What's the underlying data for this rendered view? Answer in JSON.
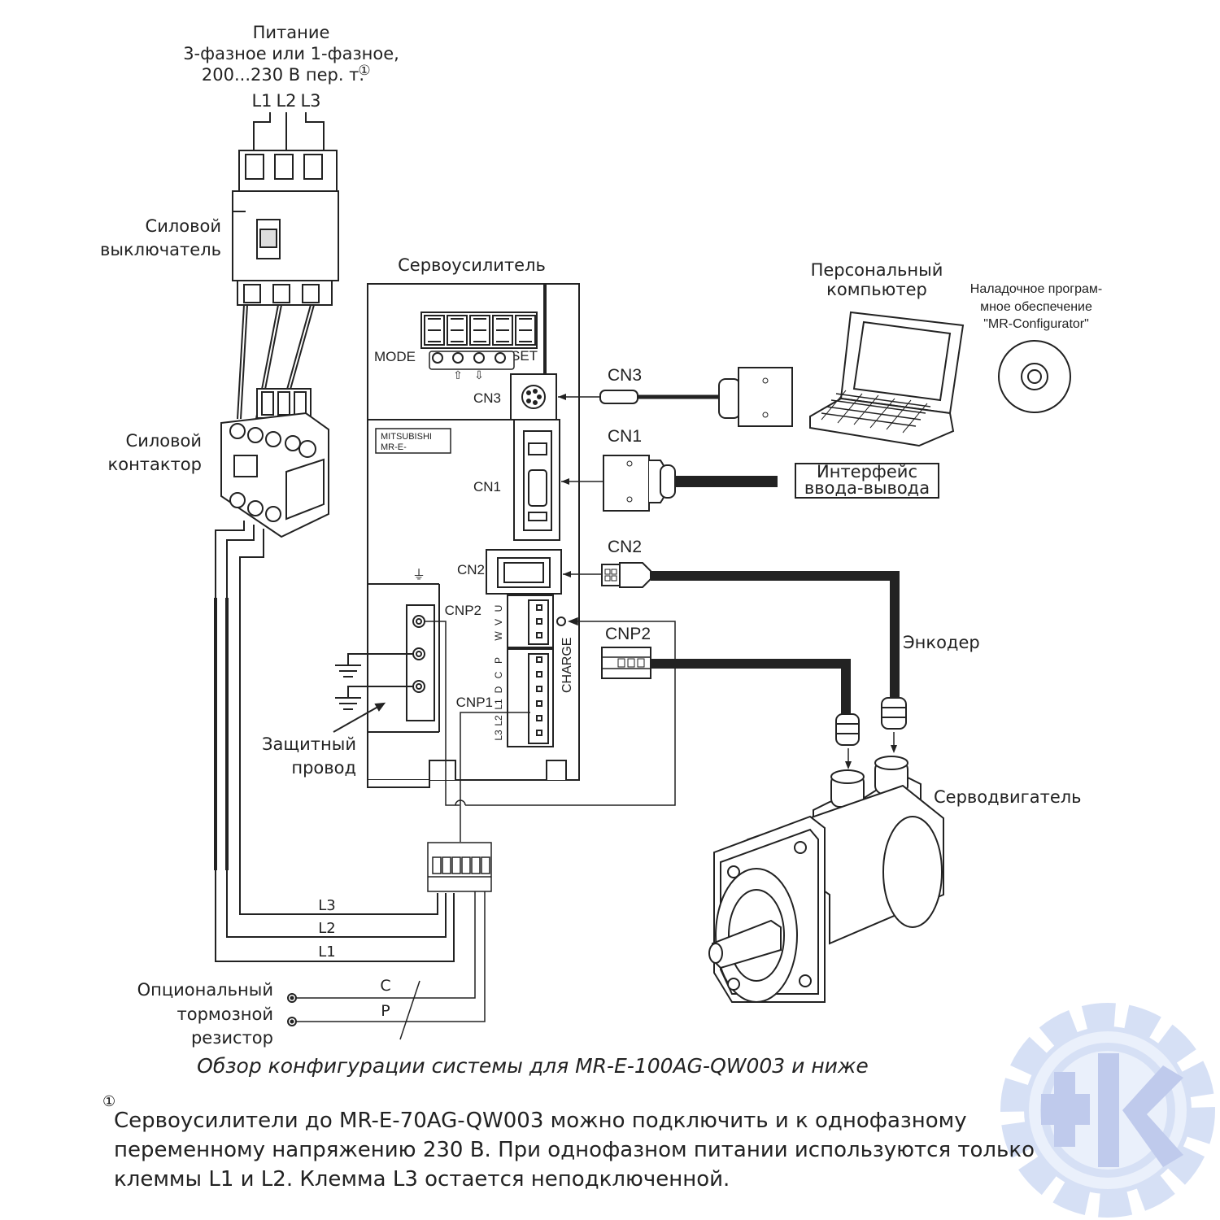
{
  "power": {
    "title": "Питание",
    "line2": "3-фазное или 1-фазное,",
    "line3": "200...230 В пер. т.",
    "mark": "①",
    "l1": "L1",
    "l2": "L2",
    "l3": "L3"
  },
  "breaker": {
    "line1": "Силовой",
    "line2": "выключатель"
  },
  "contactor": {
    "line1": "Силовой",
    "line2": "контактор"
  },
  "servo": {
    "title": "Сервоусилитель",
    "mode": "MODE",
    "set": "SET",
    "up_arrow": "⇧",
    "down_arrow": "⇩",
    "brand1": "MITSUBISHI",
    "brand2": "MR-E-",
    "cn3": "CN3",
    "cn1": "CN1",
    "cn2": "CN2",
    "cnp2": "CNP2",
    "cnp1": "CNP1",
    "charge": "CHARGE",
    "pins": [
      "U",
      "V",
      "W",
      "P",
      "C",
      "D",
      "L1",
      "L2",
      "L3"
    ],
    "ground_symbol": "⏚"
  },
  "pc": {
    "line1": "Персональный",
    "line2": "компьютер"
  },
  "software": {
    "line1": "Наладочное програм-",
    "line2": "мное обеспечение",
    "line3": "\"MR-Configurator\""
  },
  "ext": {
    "cn3": "CN3",
    "cn1": "CN1",
    "cn1_plug": "CN1",
    "cn2": "CN2",
    "cnp2": "CNP2"
  },
  "io": {
    "line1": "Интерфейс",
    "line2": "ввода-вывода"
  },
  "encoder": "Энкодер",
  "motor": "Серводвигатель",
  "protective": {
    "line1": "Защитный",
    "line2": "провод"
  },
  "wires": {
    "l3": "L3",
    "l2": "L2",
    "l1": "L1",
    "c": "C",
    "p": "P"
  },
  "resistor": {
    "line1": "Опциональный",
    "line2": "тормозной",
    "line3": "резистор"
  },
  "caption": "Обзор конфигурации системы для MR-E-100AG-QW003 и ниже",
  "footnote": {
    "mark": "①",
    "text": "Сервоусилители до MR-E-70AG-QW003 можно подключить и к однофазному переменному напряжению 230 В. При однофазном питании используются только клеммы L1 и L2. Клемма L3 остается неподключенной."
  },
  "colors": {
    "ink": "#222222",
    "watermark": "#c9d6f2",
    "watermark_dark": "#aab9e6"
  }
}
